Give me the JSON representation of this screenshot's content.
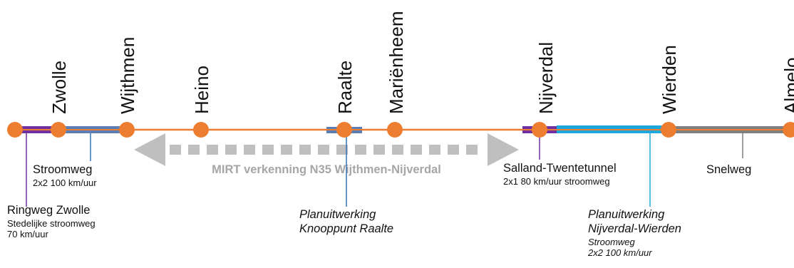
{
  "colors": {
    "orange": "#ED7D31",
    "purple": "#7030A0",
    "blue_line": "#5B7FB5",
    "light_blue": "#1EA7DA",
    "grey_road": "#7F7F7F",
    "arrow_grey": "#BFBFBF",
    "caption_grey": "#A6A6A6"
  },
  "stations": [
    {
      "name": ""
    },
    {
      "name": "Zwolle"
    },
    {
      "name": "Wijthmen"
    },
    {
      "name": "Heino"
    },
    {
      "name": "Raalte"
    },
    {
      "name": "Mariënheem"
    },
    {
      "name": "Nijverdal"
    },
    {
      "name": "Wierden"
    },
    {
      "name": "Almelo"
    }
  ],
  "arrow": {
    "label": "MIRT verkenning N35 Wijthmen-Nijverdal"
  },
  "annotations": {
    "ringweg": {
      "title": "Ringweg Zwolle",
      "line1": "Stedelijke stroomweg",
      "line2": "70 km/uur"
    },
    "stroomweg": {
      "title": "Stroomweg",
      "line1": "2x2 100 km/uur"
    },
    "raalte": {
      "line1": "Planuitwerking",
      "line2": "Knooppunt Raalte"
    },
    "salland": {
      "title": "Salland-Twentetunnel",
      "line1": "2x1 80 km/uur stroomweg"
    },
    "nijverdal_wierden": {
      "line1": "Planuitwerking",
      "line2": "Nijverdal-Wierden",
      "line3": "Stroomweg",
      "line4": "2x2 100 km/uur"
    },
    "snelweg": {
      "title": "Snelweg"
    }
  }
}
